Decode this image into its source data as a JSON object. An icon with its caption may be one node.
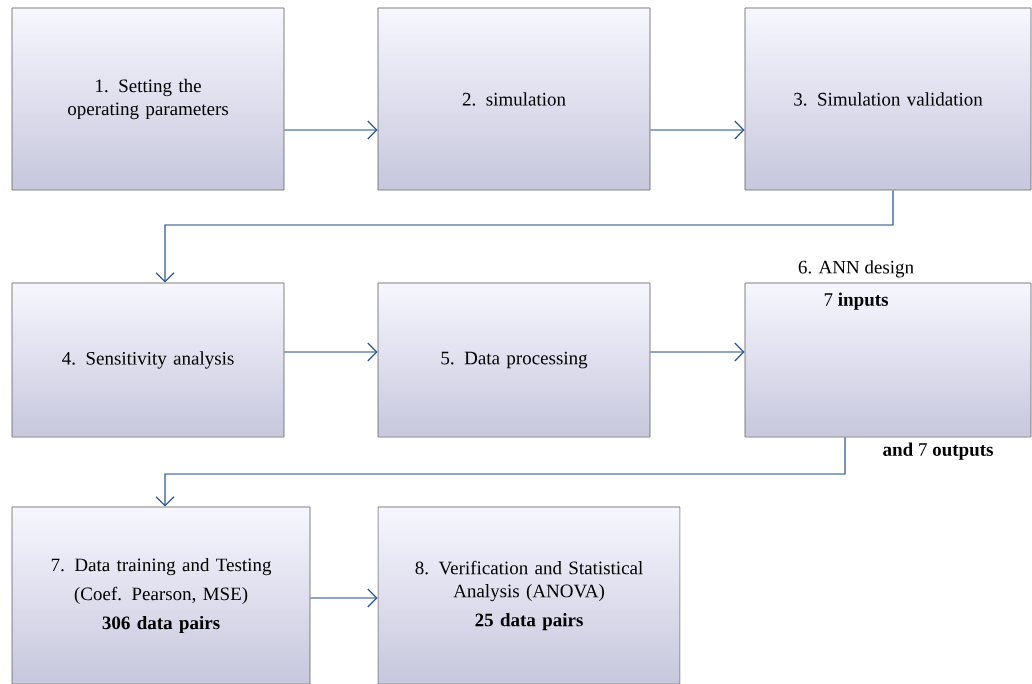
{
  "diagram": {
    "nodes": [
      {
        "text": [
          "1. Setting the operating parameters"
        ]
      },
      {
        "text": [
          "2. simulation"
        ]
      },
      {
        "text": [
          "3. Simulation validation"
        ]
      },
      {
        "text": [
          "4. Sensitivity  analysis"
        ]
      },
      {
        "text": [
          "5. Data processing"
        ]
      },
      {
        "text": [
          "6. ANN design",
          "7 **inputs**",
          "**and** 7 **outputs**"
        ]
      },
      {
        "text": [
          "7. Data training and Testing",
          "(Coef. Pearson, MSE)",
          "306 data pairs"
        ]
      },
      {
        "text": [
          "8. Verification and Statistical Analysis (ANOVA)",
          "25 data pairs"
        ]
      }
    ],
    "edges": [
      {
        "from": 0,
        "to": 1,
        "arrow": "to"
      },
      {
        "from": 1,
        "to": 2,
        "arrow": "to"
      },
      {
        "from": 2,
        "to": 3,
        "arrow": "to"
      },
      {
        "from": 3,
        "to": 4,
        "arrow": "to"
      },
      {
        "from": 4,
        "to": 5,
        "arrow": "to"
      },
      {
        "from": 5,
        "to": 6,
        "arrow": "to"
      },
      {
        "from": 6,
        "to": 7,
        "arrow": "to"
      }
    ]
  }
}
